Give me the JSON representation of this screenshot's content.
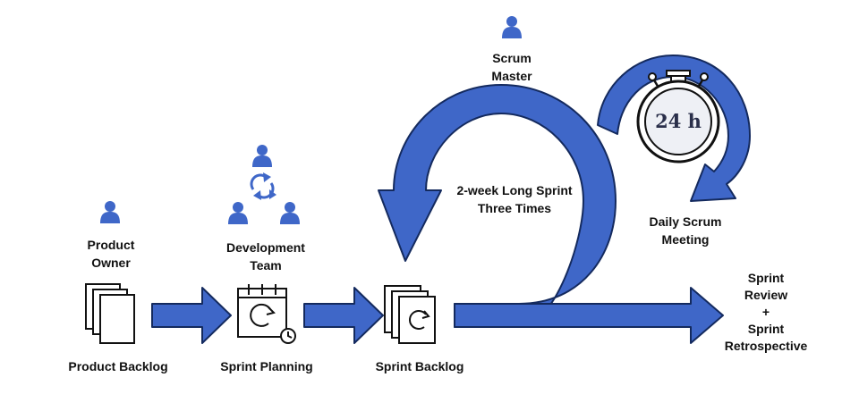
{
  "colors": {
    "arrow_fill": "#3f67c8",
    "arrow_stroke": "#142a5e",
    "person": "#3f67c8",
    "ink": "#111111"
  },
  "icons": {
    "person": "person-icon",
    "document_stack": "document-stack-icon",
    "sprint_planning": "calendar-cycle-clock-icon",
    "sprint_backlog": "document-cycle-icon",
    "team_cycle": "cycle-arrows-icon",
    "stopwatch": "stopwatch-icon"
  },
  "labels": {
    "product_owner": [
      "Product",
      "Owner"
    ],
    "development_team": [
      "Development",
      "Team"
    ],
    "scrum_master": [
      "Scrum",
      "Master"
    ],
    "sprint_loop": [
      "2-week Long Sprint",
      "Three Times"
    ],
    "daily_scrum": [
      "Daily Scrum",
      "Meeting"
    ],
    "product_backlog": "Product Backlog",
    "sprint_planning": "Sprint Planning",
    "sprint_backlog": "Sprint Backlog",
    "review": [
      "Sprint",
      "Review",
      "+",
      "Sprint",
      "Retrospective"
    ]
  },
  "timer": {
    "text": "24 h"
  }
}
